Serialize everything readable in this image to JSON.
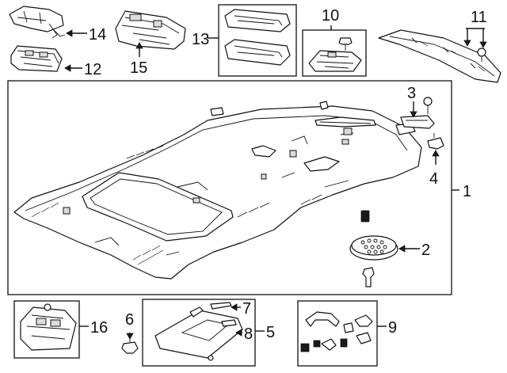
{
  "callouts": {
    "c1": "1",
    "c2": "2",
    "c3": "3",
    "c4": "4",
    "c5": "5",
    "c6": "6",
    "c7": "7",
    "c8": "8",
    "c9": "9",
    "c10": "10",
    "c11": "11",
    "c12": "12",
    "c13": "13",
    "c14": "14",
    "c15": "15",
    "c16": "16"
  },
  "icons": {
    "headliner": "headliner-panel",
    "retainer": "retainer-clip-icon",
    "sunvisor": "sun-visor-icon",
    "grab_handle": "grab-handle-icon",
    "map_lamp": "map-lamp-icon",
    "dome_lamp": "dome-lamp-icon",
    "console": "overhead-console-icon",
    "trim_rail": "roof-trim-rail-icon",
    "lens": "lamp-lens-icon",
    "bracket": "bracket-icon",
    "speaker": "speaker-grille-icon",
    "pad": "pad-icon",
    "screw": "screw-icon"
  },
  "colors": {
    "line": "#111111",
    "background": "#ffffff",
    "fill_shade": "#dcdcdc"
  }
}
